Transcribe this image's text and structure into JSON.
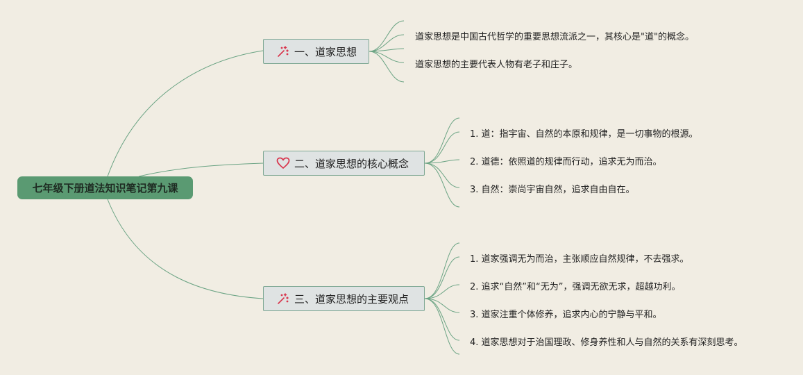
{
  "root": {
    "title": "七年级下册道法知识笔记第九课"
  },
  "branches": [
    {
      "label": "一、道家思想",
      "icon": "magic-wand-icon",
      "leaves": [
        "道家思想是中国古代哲学的重要思想流派之一，其核心是\"道\"的概念。",
        "道家思想的主要代表人物有老子和庄子。"
      ]
    },
    {
      "label": "二、道家思想的核心概念",
      "icon": "heart-icon",
      "leaves": [
        "1. 道：指宇宙、自然的本原和规律，是一切事物的根源。",
        "2. 道德：依照道的规律而行动，追求无为而治。",
        "3. 自然：崇尚宇宙自然，追求自由自在。"
      ]
    },
    {
      "label": "三、道家思想的主要观点",
      "icon": "magic-wand-icon",
      "leaves": [
        "1. 道家强调无为而治，主张顺应自然规律，不去强求。",
        "2. 追求“自然”和“无为”，强调无欲无求，超越功利。",
        "3. 道家注重个体修养，追求内心的宁静与平和。",
        "4. 道家思想对于治国理政、修身养性和人与自然的关系有深刻思考。"
      ]
    }
  ],
  "colors": {
    "root_bg": "#5a9a72",
    "line": "#6aa383",
    "branch_bg": "#dfe3e3",
    "icon": "#d8324a",
    "background": "#f1ede3"
  }
}
